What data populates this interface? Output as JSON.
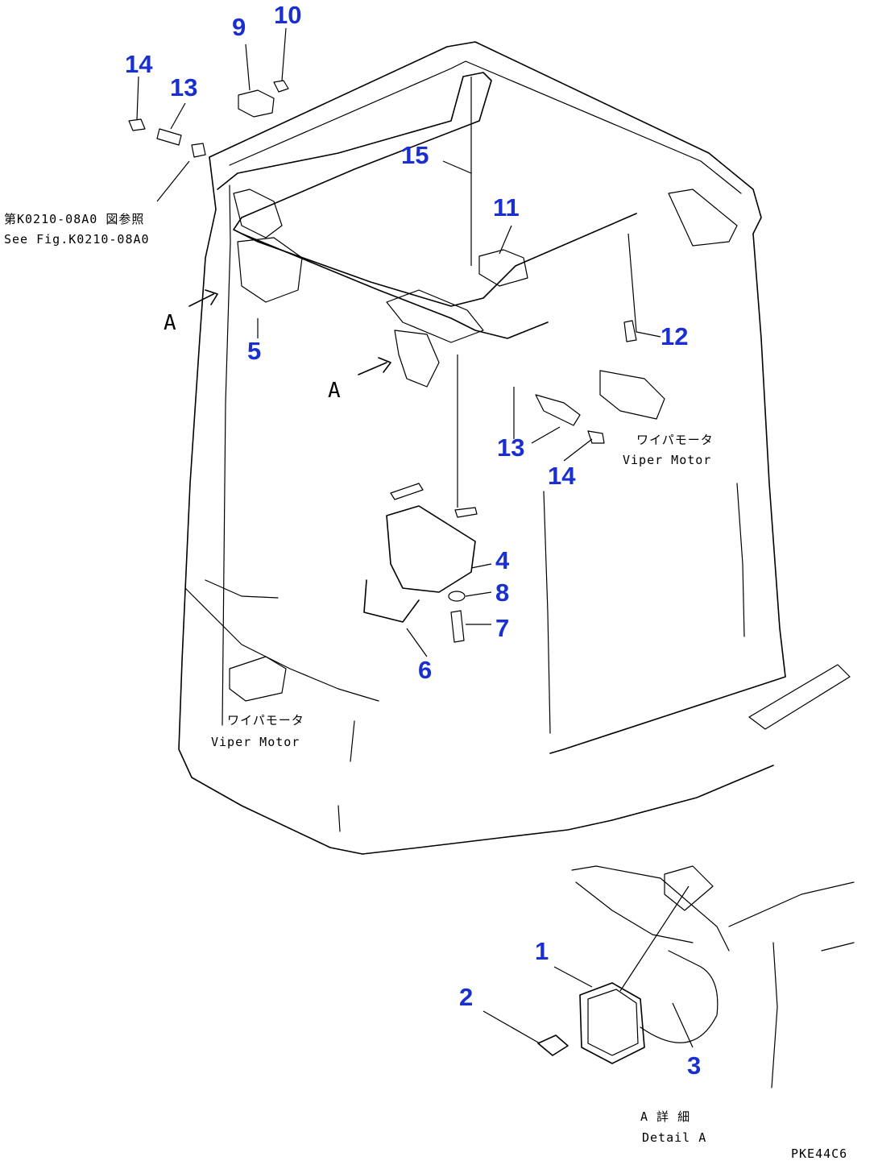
{
  "callouts": {
    "c1": "1",
    "c2": "2",
    "c3": "3",
    "c4": "4",
    "c5": "5",
    "c6": "6",
    "c7": "7",
    "c8": "8",
    "c9": "9",
    "c10": "10",
    "c11": "11",
    "c12": "12",
    "c13a": "13",
    "c13b": "13",
    "c14a": "14",
    "c14b": "14",
    "c15": "15"
  },
  "notes": {
    "see_fig_jp": "第K0210-08A0 図参照",
    "see_fig_en": "See Fig.K0210-08A0",
    "wiper_motor_jp_right": "ワイパモータ",
    "wiper_motor_en_right": "Viper Motor",
    "wiper_motor_jp_left": "ワイパモータ",
    "wiper_motor_en_left": "Viper Motor",
    "detail_jp": "A 詳 細",
    "detail_en": "Detail A",
    "drawing_code": "PKE44C6"
  },
  "view_markers": {
    "a_left": "A",
    "a_center": "A"
  },
  "colors": {
    "callout": "#1a2fd0",
    "line": "#000000",
    "background": "#ffffff"
  }
}
